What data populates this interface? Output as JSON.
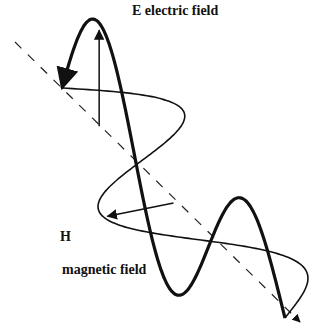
{
  "diagram": {
    "labels": [
      "E electric field",
      "H",
      "magnetic field"
    ]
  }
}
